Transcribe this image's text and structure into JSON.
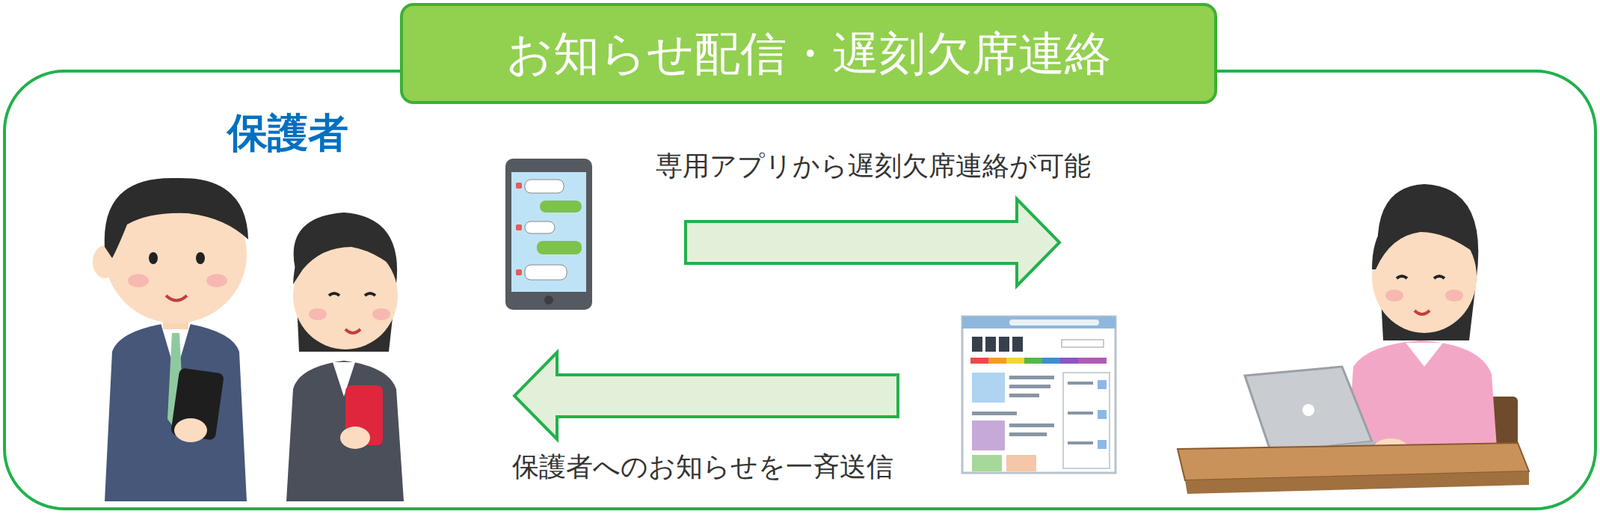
{
  "diagram": {
    "title": "お知らせ配信・遅刻欠席連絡",
    "labels": [
      "保護者",
      "専用アプリから遅刻欠席連絡が可能",
      "保護者へのお知らせを一斉送信"
    ]
  }
}
